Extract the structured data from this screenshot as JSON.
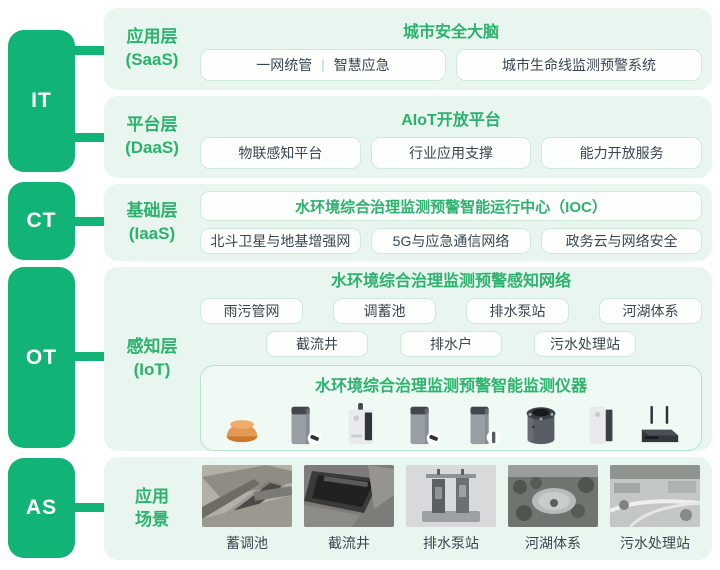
{
  "colors": {
    "accent_green": "#12b376",
    "panel_bg": "#e9f6ef",
    "title_green": "#2bb26d",
    "chip_bg": "#fdfffd",
    "chip_border": "#cfead9",
    "text_dark": "#3a4650"
  },
  "rail": {
    "items": [
      {
        "label": "IT"
      },
      {
        "label": "CT"
      },
      {
        "label": "OT"
      },
      {
        "label": "AS"
      }
    ]
  },
  "layers": {
    "saas": {
      "name": "应用层",
      "abbr": "(SaaS)",
      "title": "城市安全大脑",
      "app_combo_left": "一网统管",
      "app_combo_divider": "|",
      "app_combo_right": "智慧应急",
      "app_system": "城市生命线监测预警系统"
    },
    "daas": {
      "name": "平台层",
      "abbr": "(DaaS)",
      "title": "AIoT开放平台",
      "buttons": [
        {
          "label": "物联感知平台"
        },
        {
          "label": "行业应用支撑"
        },
        {
          "label": "能力开放服务"
        }
      ]
    },
    "iaas": {
      "name": "基础层",
      "abbr": "(IaaS)",
      "ioc_center": "水环境综合治理监测预警智能运行中心（IOC）",
      "buttons": [
        {
          "label": "北斗卫星与地基增强网"
        },
        {
          "label": "5G与应急通信网络"
        },
        {
          "label": "政务云与网络安全"
        }
      ]
    },
    "iot": {
      "name": "感知层",
      "abbr": "(IoT)",
      "title": "水环境综合治理监测预警感知网络",
      "buttons_row1": [
        {
          "label": "雨污管网"
        },
        {
          "label": "调蓄池"
        },
        {
          "label": "排水泵站"
        },
        {
          "label": "河湖体系"
        }
      ],
      "buttons_row2": [
        {
          "label": "截流井"
        },
        {
          "label": "排水户"
        },
        {
          "label": "污水处理站"
        }
      ],
      "devices_title": "水环境综合治理监测预警智能监测仪器",
      "devices": [
        {
          "icon": "dome-level-sensor-icon"
        },
        {
          "icon": "pillar-sensor-with-chip-icon"
        },
        {
          "icon": "antenna-monitor-icon"
        },
        {
          "icon": "pillar-sensor-with-chip-icon"
        },
        {
          "icon": "pillar-sensor-with-probe-icon"
        },
        {
          "icon": "well-cylinder-sensor-icon"
        },
        {
          "icon": "wall-monitor-box-icon"
        },
        {
          "icon": "router-gateway-icon"
        }
      ]
    },
    "scenes": {
      "name_line1": "应用",
      "name_line2": "场景",
      "items": [
        {
          "label": "蓄调池",
          "photo": "storage-regulation-pool-photo"
        },
        {
          "label": "截流井",
          "photo": "intercepting-well-photo"
        },
        {
          "label": "排水泵站",
          "photo": "drainage-pump-station-photo"
        },
        {
          "label": "河湖体系",
          "photo": "river-lake-system-photo"
        },
        {
          "label": "污水处理站",
          "photo": "sewage-treatment-plant-photo"
        }
      ]
    }
  }
}
